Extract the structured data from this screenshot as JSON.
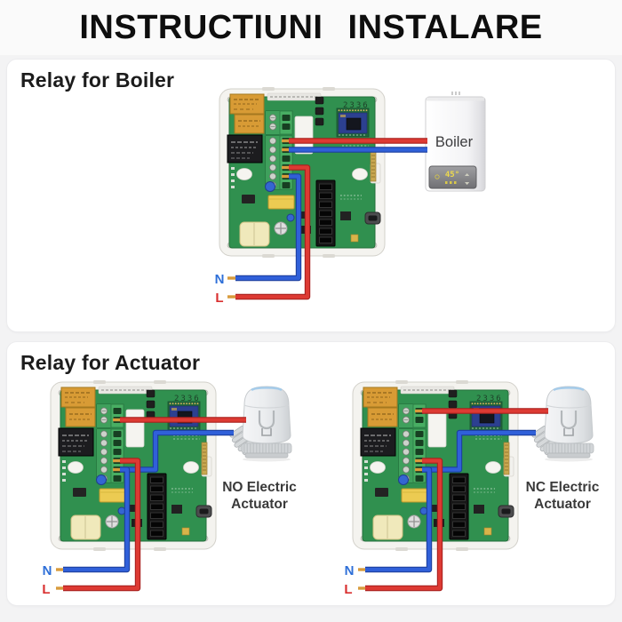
{
  "page": {
    "title": "INSTRUCTIUNI INSTALARE"
  },
  "panels": {
    "boiler": {
      "title": "Relay for Boiler",
      "boiler_name": "Boiler",
      "display_temp": "45°",
      "wires": {
        "n": "N",
        "l": "L"
      }
    },
    "actuator": {
      "title": "Relay for Actuator",
      "no_actuator": {
        "name_line1": "NO Electric",
        "name_line2": "Actuator",
        "wires": {
          "n": "N",
          "l": "L"
        }
      },
      "nc_actuator": {
        "name_line1": "NC Electric",
        "name_line2": "Actuator",
        "wires": {
          "n": "N",
          "l": "L"
        }
      }
    }
  },
  "pcb": {
    "date_code": "2336"
  },
  "colors": {
    "wire_live": "#d7312c",
    "wire_neutral": "#2a55cc",
    "ferrule": "#d89b3c",
    "pcb_green": "#30904f",
    "label_n": "#2e6fd8",
    "label_l": "#d93030"
  }
}
